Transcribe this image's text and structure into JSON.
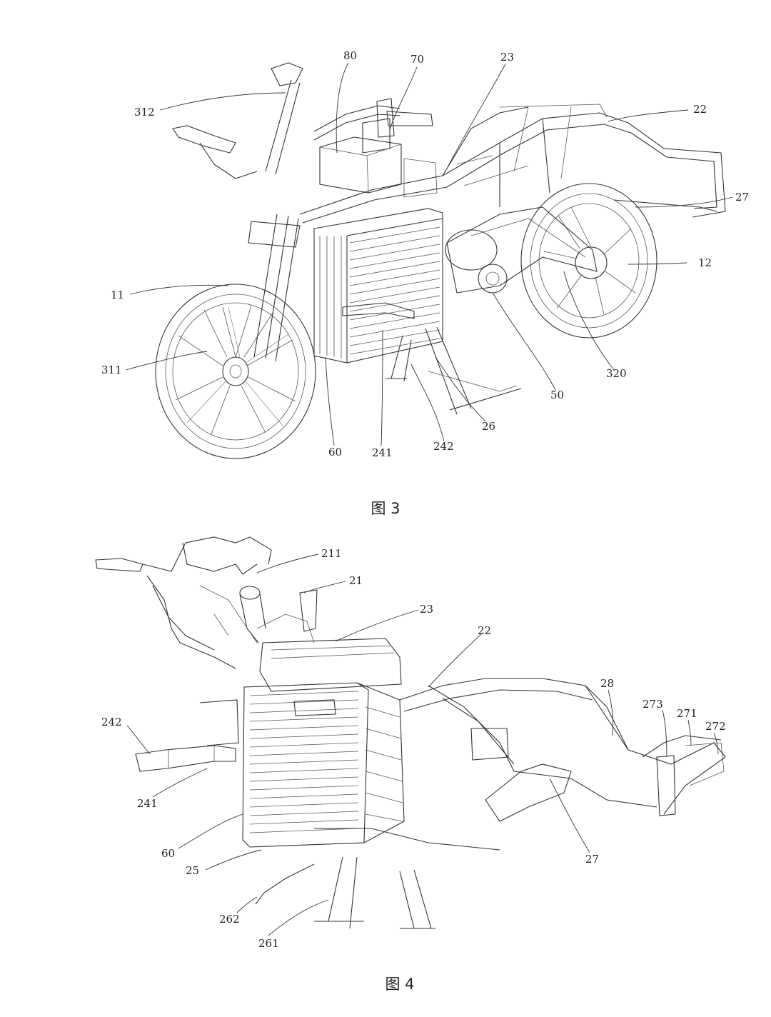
{
  "figures": [
    {
      "caption": "图 3",
      "labels": [
        "80",
        "70",
        "23",
        "312",
        "22",
        "27",
        "12",
        "11",
        "311",
        "320",
        "50",
        "26",
        "242",
        "241",
        "60"
      ]
    },
    {
      "caption": "图 4",
      "labels": [
        "211",
        "21",
        "23",
        "22",
        "28",
        "273",
        "271",
        "272",
        "242",
        "241",
        "60",
        "25",
        "27",
        "262",
        "261"
      ]
    }
  ]
}
